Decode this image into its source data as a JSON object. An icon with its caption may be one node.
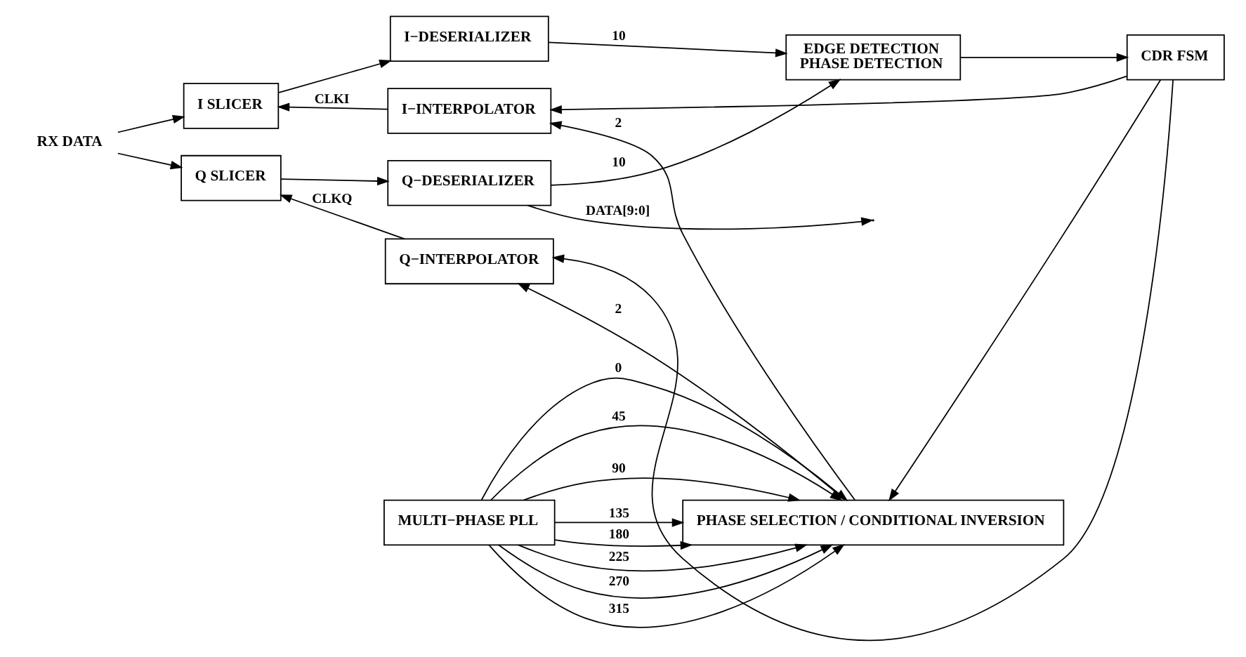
{
  "diagram": {
    "nodes": [
      {
        "text": [
          "RX DATA"
        ]
      },
      {
        "text": [
          "I SLICER"
        ]
      },
      {
        "text": [
          "Q SLICER"
        ]
      },
      {
        "text": [
          "I−DESERIALIZER"
        ]
      },
      {
        "text": [
          "Q−DESERIALIZER"
        ]
      },
      {
        "text": [
          "EDGE DETECTION",
          "PHASE DETECTION"
        ]
      },
      {
        "text": [
          "CDR FSM"
        ]
      },
      {
        "text": [
          "I−INTERPOLATOR"
        ]
      },
      {
        "text": [
          "Q−INTERPOLATOR"
        ]
      },
      {
        "text": [
          "PHASE SELECTION / CONDITIONAL INVERSION"
        ]
      },
      {
        "text": [
          "MULTI−PHASE PLL"
        ]
      }
    ],
    "edges": [
      {
        "from": 0,
        "to": 1,
        "arrow": "to"
      },
      {
        "from": 0,
        "to": 2,
        "arrow": "to"
      },
      {
        "from": 1,
        "to": 3,
        "arrow": "to"
      },
      {
        "from": 2,
        "to": 4,
        "arrow": "to"
      },
      {
        "from": 3,
        "to": 5,
        "arrow": "to",
        "label": "10"
      },
      {
        "from": 4,
        "to": 5,
        "arrow": "to",
        "label": "10"
      },
      {
        "from": 4,
        "to": null,
        "arrow": "to",
        "label": "DATA[9:0]"
      },
      {
        "from": 5,
        "to": 6,
        "arrow": "to"
      },
      {
        "from": 6,
        "to": 7,
        "arrow": "to"
      },
      {
        "from": 6,
        "to": 8,
        "arrow": "to"
      },
      {
        "from": 6,
        "to": 9,
        "arrow": "to"
      },
      {
        "from": 7,
        "to": 1,
        "arrow": "to",
        "label": "CLKI"
      },
      {
        "from": 8,
        "to": 2,
        "arrow": "to",
        "label": "CLKQ"
      },
      {
        "from": 9,
        "to": 8,
        "arrow": "to",
        "label": "2"
      },
      {
        "from": 9,
        "to": 7,
        "arrow": "to",
        "label": "2"
      },
      {
        "from": 10,
        "to": 9,
        "arrow": "to",
        "label": "0"
      },
      {
        "from": 10,
        "to": 9,
        "arrow": "to",
        "label": "45"
      },
      {
        "from": 10,
        "to": 9,
        "arrow": "to",
        "label": "90"
      },
      {
        "from": 10,
        "to": 9,
        "arrow": "to",
        "label": "135"
      },
      {
        "from": 10,
        "to": 9,
        "arrow": "to",
        "label": "180"
      },
      {
        "from": 10,
        "to": 9,
        "arrow": "to",
        "label": "225"
      },
      {
        "from": 10,
        "to": 9,
        "arrow": "to",
        "label": "270"
      },
      {
        "from": 10,
        "to": 9,
        "arrow": "to",
        "label": "315"
      }
    ]
  }
}
